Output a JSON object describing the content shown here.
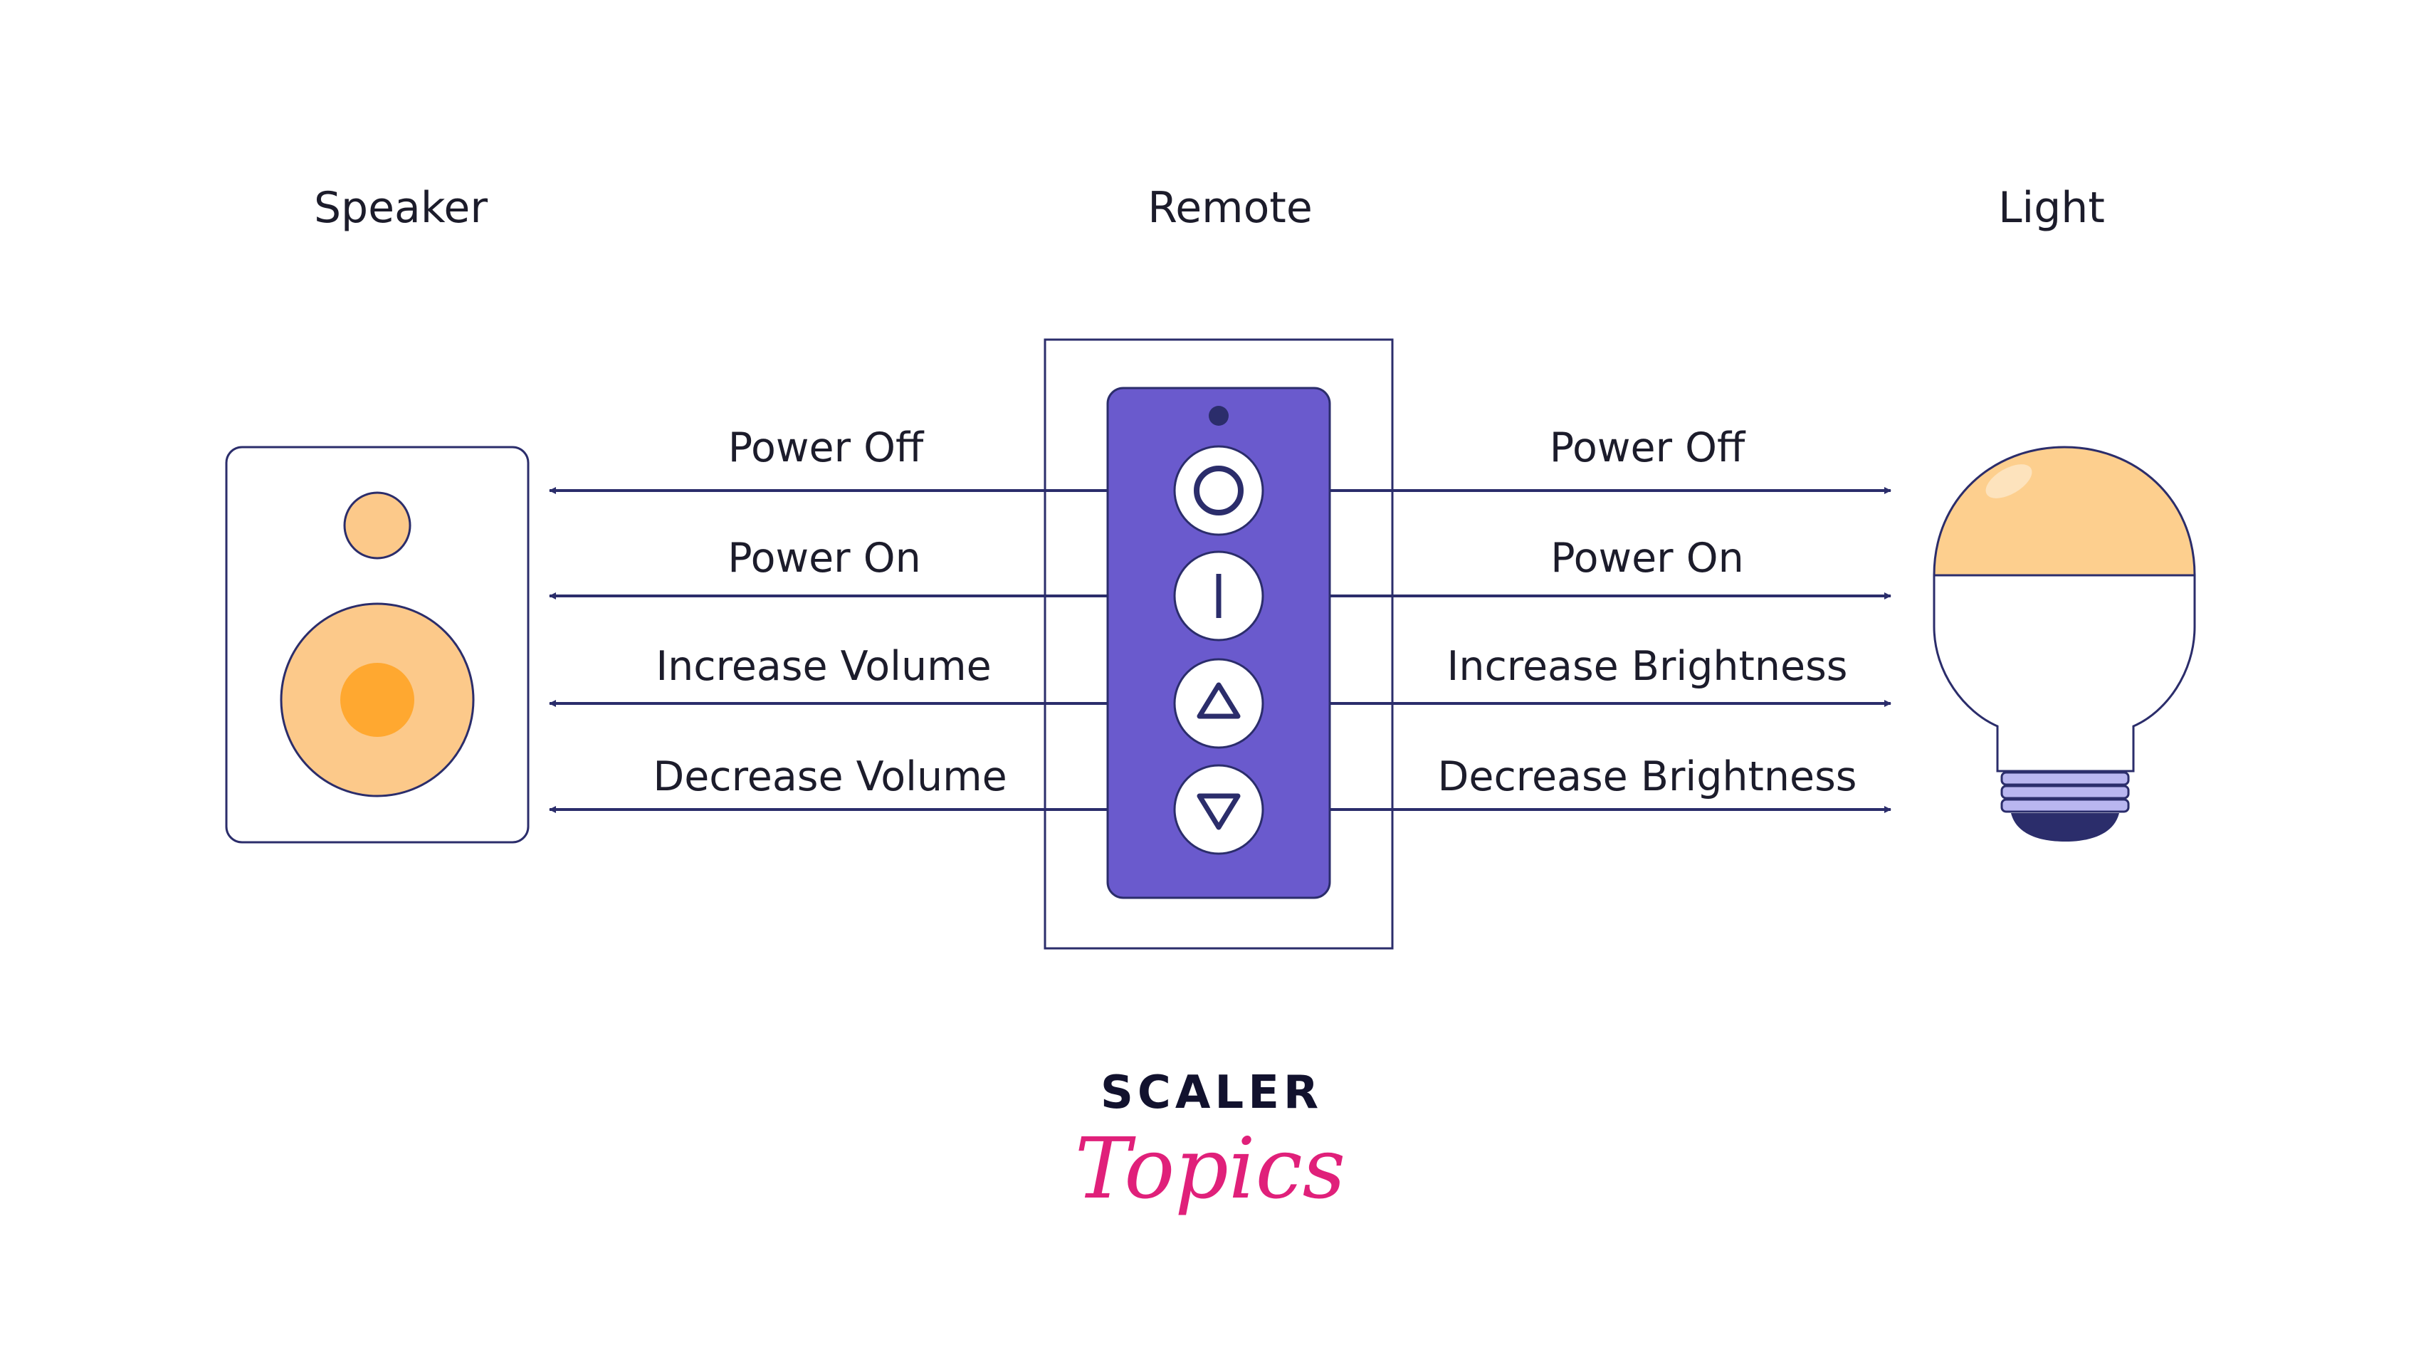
{
  "titles": {
    "speaker": "Speaker",
    "remote": "Remote",
    "light": "Light"
  },
  "speaker_commands": [
    "Power Off",
    "Power On",
    "Increase Volume",
    "Decrease Volume"
  ],
  "light_commands": [
    "Power Off",
    "Power On",
    "Increase Brightness",
    "Decrease Brightness"
  ],
  "remote_buttons": [
    "power-off-circle-icon",
    "power-on-bar-icon",
    "triangle-up-icon",
    "triangle-down-icon"
  ],
  "logo": {
    "top": "SCALER",
    "script": "Topics"
  },
  "colors": {
    "remote_body": "#6a5acd",
    "arrow": "#2b2d6b",
    "speaker_orange": "#fcc98a",
    "speaker_center": "#ffa830",
    "bulb_top": "#fdcf8e",
    "bulb_base": "#b9b6f0",
    "logo_pink": "#e0207a",
    "logo_dark": "#12122e"
  }
}
